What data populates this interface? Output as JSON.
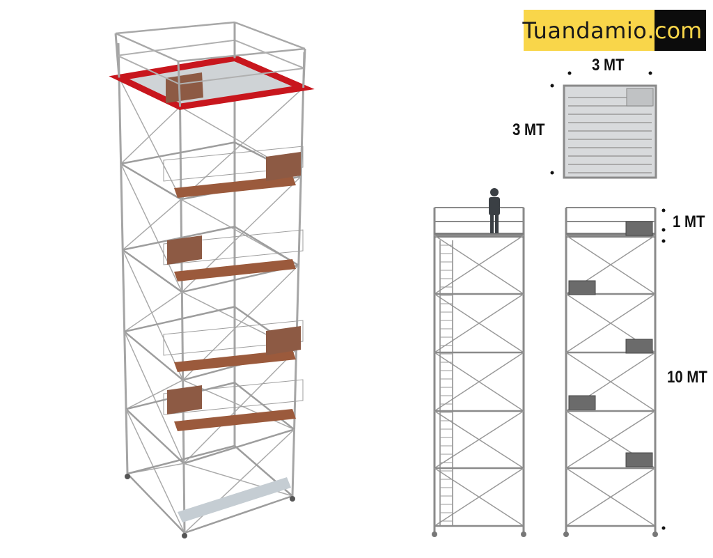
{
  "logo": {
    "brand": "Tuandamio",
    "dot": ".",
    "tld": "com",
    "colors": {
      "yellow": "#f9d64a",
      "black": "#0c0c0c"
    }
  },
  "dimensions": {
    "top_width": "3 MT",
    "top_depth": "3 MT",
    "guardrail_height": "1 MT",
    "tower_height": "10 MT"
  },
  "colors": {
    "frame": "#9a9a9a",
    "deck_highlight": "#c8161d",
    "platform": "#9b5a3c"
  }
}
